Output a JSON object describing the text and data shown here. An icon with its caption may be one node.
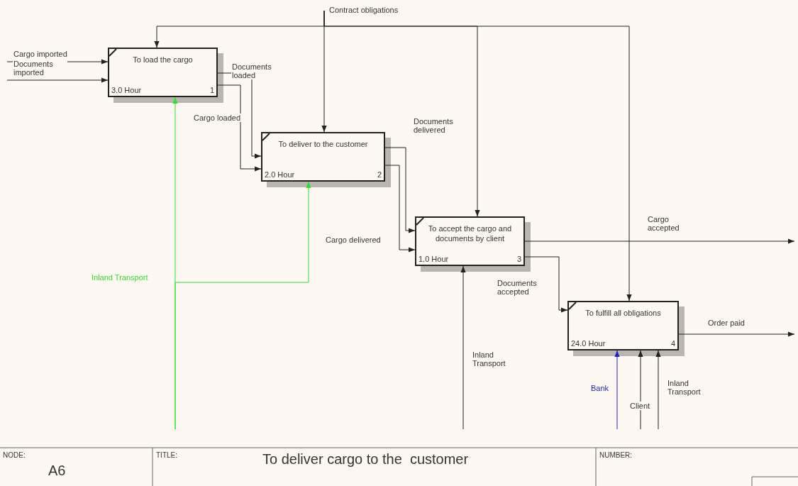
{
  "diagram": {
    "title": "To deliver cargo to the  customer",
    "nodes": [
      {
        "text": [
          "To load the cargo",
          "3.0 Hour",
          "1"
        ]
      },
      {
        "text": [
          "To deliver to the customer",
          "2.0 Hour",
          "2"
        ]
      },
      {
        "text": [
          "To accept the cargo and documents by client",
          "1.0 Hour",
          "3"
        ]
      },
      {
        "text": [
          "To fulfill all obligations",
          "24.0 Hour",
          "4"
        ]
      }
    ],
    "edges": [
      {
        "from": null,
        "to": 0,
        "arrow": "to",
        "label": "Cargo imported"
      },
      {
        "from": null,
        "to": 0,
        "arrow": "to",
        "label": "Documents imported"
      },
      {
        "from": null,
        "to": 1,
        "arrow": "to",
        "label": "Contract obligations"
      },
      {
        "from": null,
        "to": 0,
        "arrow": "to"
      },
      {
        "from": null,
        "to": 2,
        "arrow": "to"
      },
      {
        "from": null,
        "to": 3,
        "arrow": "to"
      },
      {
        "from": 0,
        "to": 1,
        "arrow": "to",
        "label": "Documents loaded"
      },
      {
        "from": 0,
        "to": 1,
        "arrow": "to",
        "label": "Cargo loaded"
      },
      {
        "from": 1,
        "to": 2,
        "arrow": "to",
        "label": "Documents delivered"
      },
      {
        "from": 1,
        "to": 2,
        "arrow": "to",
        "label": "Cargo delivered"
      },
      {
        "from": 2,
        "to": null,
        "arrow": "to",
        "label": "Cargo accepted"
      },
      {
        "from": 2,
        "to": 3,
        "arrow": "to",
        "label": "Documents accepted"
      },
      {
        "from": 3,
        "to": null,
        "arrow": "to",
        "label": "Order paid"
      },
      {
        "from": null,
        "to": 0,
        "arrow": "to",
        "label": "Inland Transport",
        "color": "#33dd33"
      },
      {
        "from": null,
        "to": 1,
        "arrow": "to",
        "color": "#33dd33"
      },
      {
        "from": null,
        "to": 2,
        "arrow": "to",
        "label": "Inland Transport"
      },
      {
        "from": null,
        "to": 3,
        "arrow": "to",
        "label": "Bank",
        "color": "#2222cc"
      },
      {
        "from": null,
        "to": 3,
        "arrow": "to",
        "label": "Client"
      },
      {
        "from": null,
        "to": 3,
        "arrow": "to",
        "label": "Inland Transport"
      }
    ],
    "labels": [
      "NODE:",
      "A6",
      "TITLE:",
      "NUMBER:"
    ]
  }
}
